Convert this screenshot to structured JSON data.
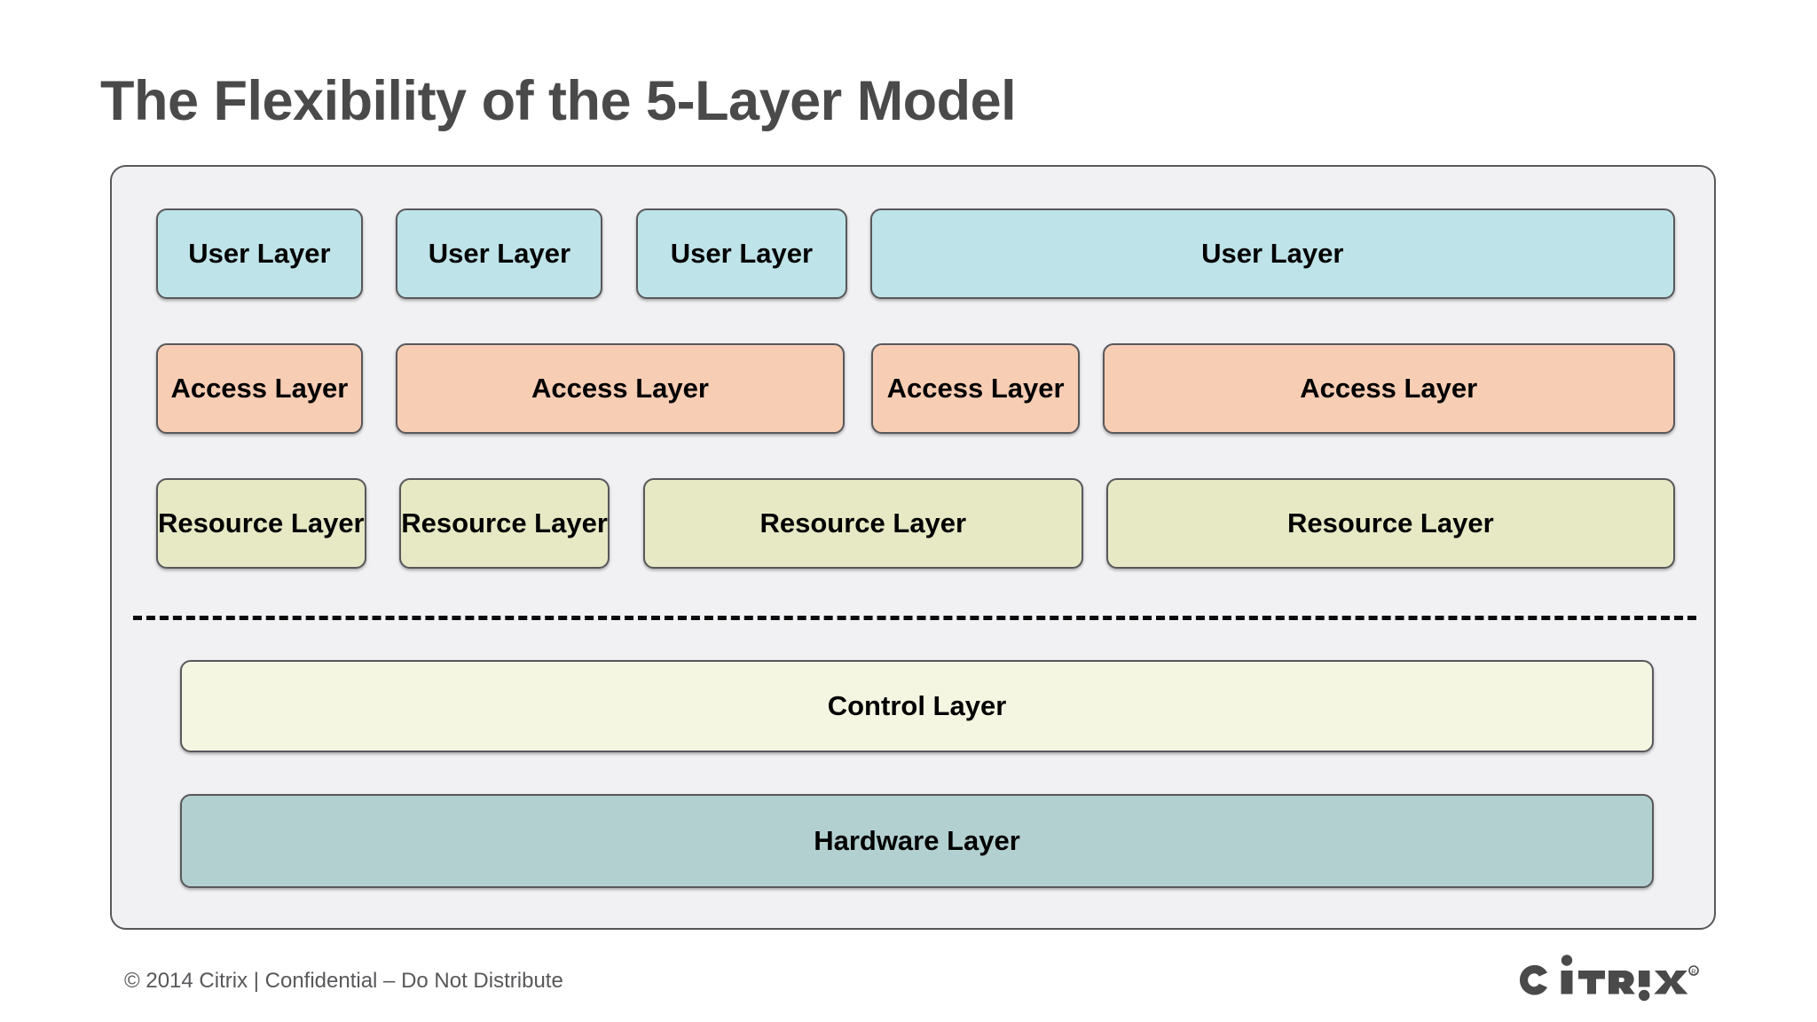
{
  "slide": {
    "title": "The Flexibility of the 5-Layer Model"
  },
  "diagram": {
    "type": "layered-architecture",
    "rows": [
      {
        "row_name": "user-layer-row",
        "color": "#bee3e8",
        "boxes": [
          {
            "label": "User Layer",
            "width_pct": 13.6
          },
          {
            "label": "User Layer",
            "width_pct": 13.6
          },
          {
            "label": "User Layer",
            "width_pct": 13.9
          },
          {
            "label": "User Layer",
            "width_pct": 29.2
          }
        ]
      },
      {
        "row_name": "access-layer-row",
        "color": "#f7cdb4",
        "boxes": [
          {
            "label": "Access Layer",
            "width_pct": 13.6
          },
          {
            "label": "Access Layer",
            "width_pct": 29.5
          },
          {
            "label": "Access Layer",
            "width_pct": 13.7
          },
          {
            "label": "Access Layer",
            "width_pct": 13.6
          }
        ]
      },
      {
        "row_name": "resource-layer-row",
        "color": "#e6e9c4",
        "boxes": [
          {
            "label": "Resource Layer",
            "width_pct": 13.6
          },
          {
            "label": "Resource Layer",
            "width_pct": 13.6
          },
          {
            "label": "Resource Layer",
            "width_pct": 29.0
          },
          {
            "label": "Resource Layer",
            "width_pct": 13.6
          }
        ]
      }
    ],
    "separator": {
      "style": "dashed",
      "color": "#0a0a0a"
    },
    "wide_layers": [
      {
        "name": "control-layer",
        "label": "Control Layer",
        "color": "#f4f6e2"
      },
      {
        "name": "hardware-layer",
        "label": "Hardware Layer",
        "color": "#b3d0d0"
      }
    ]
  },
  "footer": {
    "copyright": "© 2014 Citrix | Confidential – Do Not Distribute",
    "logo_text": "CiTRiX",
    "logo_mark": "citrix-logo"
  },
  "colors": {
    "title_gray": "#4a4a4a",
    "frame_bg": "#f1f1f3",
    "border_gray": "#58585b",
    "page_bg": "#ffffff"
  }
}
